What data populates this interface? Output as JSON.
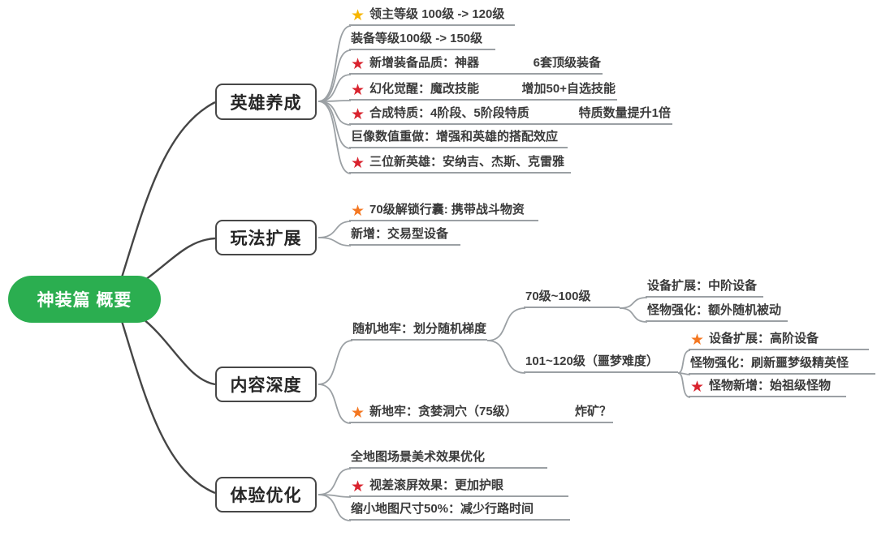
{
  "root": {
    "label": "神装篇 概要"
  },
  "colors": {
    "root_bg": "#2BAE50",
    "star_gold": "#F7B500",
    "star_orange": "#F47721",
    "star_red": "#D9232E",
    "line_dark": "#454545",
    "line_gray": "#9BA0A4",
    "underline": "#9BA0A4",
    "text": "#3B3B3B"
  },
  "branches": [
    {
      "label": "英雄养成",
      "items": [
        {
          "star": "gold",
          "text": "领主等级 100级 -> 120级"
        },
        {
          "star": null,
          "text": "装备等级100级 -> 150级"
        },
        {
          "star": "red",
          "text": "新增装备品质：神器",
          "note": "6套顶级装备"
        },
        {
          "star": "red",
          "text": "幻化觉醒：魔改技能",
          "note": "增加50+自选技能"
        },
        {
          "star": "red",
          "text": "合成特质：4阶段、5阶段特质",
          "note": "特质数量提升1倍"
        },
        {
          "star": null,
          "text": "巨像数值重做：增强和英雄的搭配效应"
        },
        {
          "star": "red",
          "text": "三位新英雄：安纳吉、杰斯、克雷雅"
        }
      ]
    },
    {
      "label": "玩法扩展",
      "items": [
        {
          "star": "orange",
          "text": "70级解锁行囊: 携带战斗物资"
        },
        {
          "star": null,
          "text": "新增：交易型设备"
        }
      ]
    },
    {
      "label": "内容深度",
      "items": [
        {
          "star": null,
          "text": "随机地牢：划分随机梯度"
        },
        {
          "star": "orange",
          "text": "新地牢：贪婪洞穴（75级）",
          "note": "炸矿？"
        }
      ],
      "groups": [
        {
          "label": "70级~100级",
          "items": [
            {
              "star": null,
              "text": "设备扩展：中阶设备"
            },
            {
              "star": null,
              "text": "怪物强化：额外随机被动"
            }
          ]
        },
        {
          "label": "101~120级（噩梦难度）",
          "items": [
            {
              "star": "orange",
              "text": "设备扩展：高阶设备"
            },
            {
              "star": null,
              "text": "怪物强化：刷新噩梦级精英怪"
            },
            {
              "star": "red",
              "text": "怪物新增：始祖级怪物"
            }
          ]
        }
      ]
    },
    {
      "label": "体验优化",
      "items": [
        {
          "star": null,
          "text": "全地图场景美术效果优化"
        },
        {
          "star": "red",
          "text": "视差滚屏效果：更加护眼"
        },
        {
          "star": null,
          "text": "缩小地图尺寸50%：减少行路时间"
        }
      ]
    }
  ]
}
